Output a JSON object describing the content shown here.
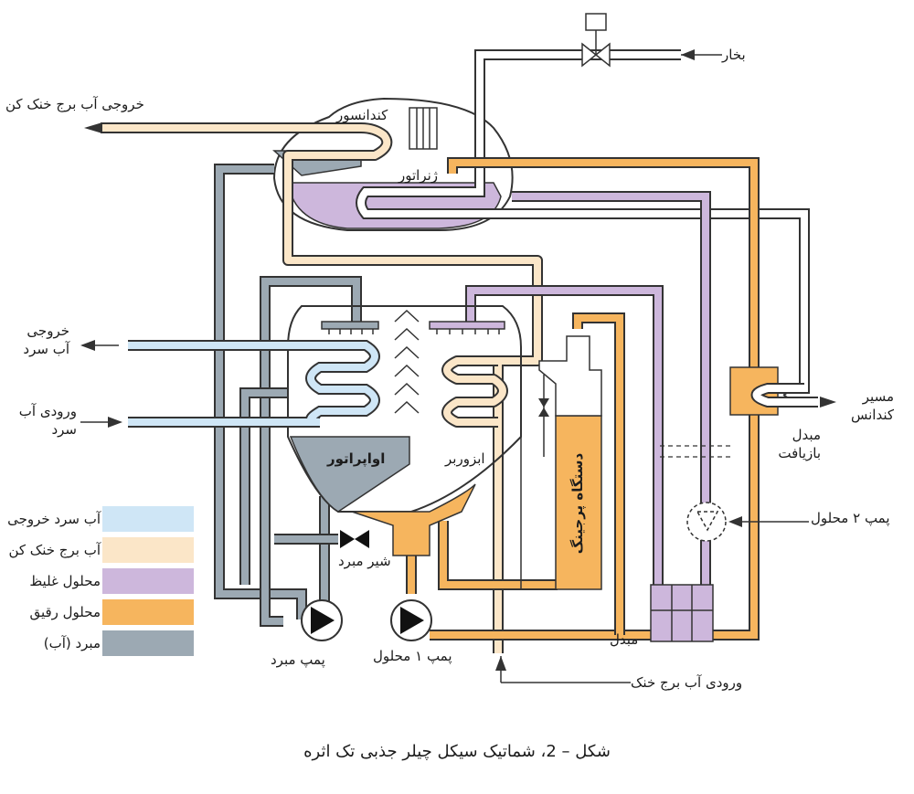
{
  "labels": {
    "steam": "بخار",
    "cooling_tower_out": "خروجی آب برج خنک کن",
    "condenser": "کندانسور",
    "generator": "ژنراتور",
    "chilled_water_out": "خروجی آب سرد",
    "chilled_water_in": "ورودی آب سرد",
    "evaporator": "اواپراتور",
    "absorber": "ابزوربر",
    "purge_unit": "دستگاه پرجینگ",
    "refrigerant_valve": "شیر مبرد",
    "refrigerant_pump": "پمپ مبرد",
    "solution_pump_1": "پمپ ۱ محلول",
    "solution_pump_2": "پمپ ۲ محلول",
    "heat_exchanger": "مبدل",
    "recovery_exchanger": "مبدل بازیافت",
    "condensate_path": "مسیر کندانس",
    "cooling_tower_in": "ورودی آب برج خنک"
  },
  "legend": [
    {
      "label": "آب سرد خروجی",
      "color": "#cfe6f6"
    },
    {
      "label": "آب برج خنک کن",
      "color": "#fbe6c8"
    },
    {
      "label": "محلول غلیظ",
      "color": "#cdb7dc"
    },
    {
      "label": "محلول رقیق",
      "color": "#f6b55e"
    },
    {
      "label": "مبرد (آب)",
      "color": "#9ca9b3"
    }
  ],
  "colors": {
    "chilled_water": "#cfe6f6",
    "cooling_water": "#fbe6c8",
    "strong_solution": "#cdb7dc",
    "weak_solution": "#f6b55e",
    "refrigerant": "#9ca9b3",
    "outline": "#333333"
  },
  "caption": "شکل – 2، شماتیک سیکل چیلر جذبی تک اثره"
}
